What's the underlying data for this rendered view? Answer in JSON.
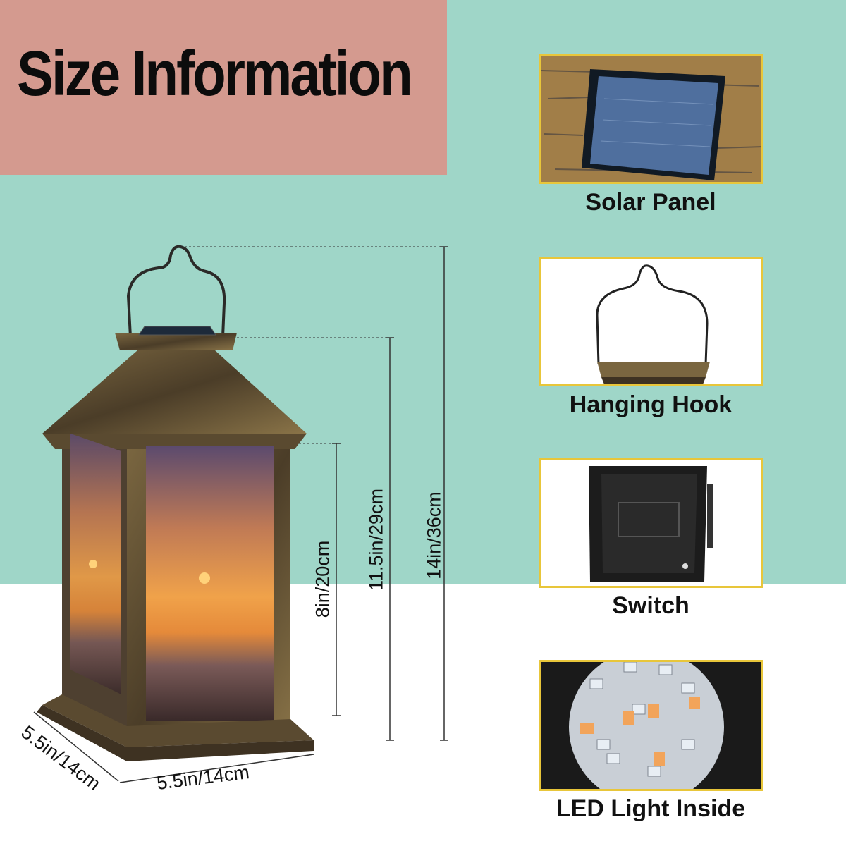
{
  "header": {
    "title": "Size Information"
  },
  "dimensions": {
    "width_front": "5.5in/14cm",
    "depth_side": "5.5in/14cm",
    "glass_height": "8in/20cm",
    "body_height": "11.5in/29cm",
    "total_height": "14in/36cm"
  },
  "features": [
    {
      "caption": "Solar Panel",
      "icon": "solar-panel-icon"
    },
    {
      "caption": "Hanging Hook",
      "icon": "hook-icon"
    },
    {
      "caption": "Switch",
      "icon": "switch-icon"
    },
    {
      "caption": "LED Light Inside",
      "icon": "led-board-icon"
    }
  ],
  "colors": {
    "mint_background": "#9fd6c8",
    "title_block": "#d49a8f",
    "panel_border": "#e8c63a",
    "bronze": "#6b5a3e"
  }
}
